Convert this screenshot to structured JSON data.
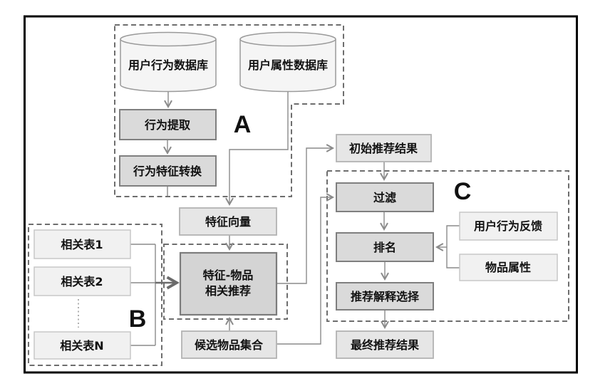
{
  "diagram": {
    "groups": {
      "a": "A",
      "b": "B",
      "c": "C"
    },
    "nodes": {
      "user_behavior_db": "用户行为数据库",
      "user_attr_db": "用户属性数据库",
      "behavior_extract": "行为提取",
      "behavior_feature_convert": "行为特征转换",
      "feature_vector": "特征向量",
      "rel_table_1": "相关表1",
      "rel_table_2": "相关表2",
      "rel_table_n": "相关表N",
      "feature_item_line1": "特征-物品",
      "feature_item_line2": "相关推荐",
      "candidate_items": "候选物品集合",
      "initial_result": "初始推荐结果",
      "filter": "过滤",
      "ranking": "排名",
      "explain_select": "推荐解释选择",
      "final_result": "最终推荐结果",
      "user_feedback": "用户行为反馈",
      "item_attrs": "物品属性"
    },
    "colors": {
      "process_box_fill": "#dadada",
      "result_box_fill": "#e6e6e6",
      "input_box_fill": "#f1f1f1",
      "flow_line": "#8a8a8a",
      "dashed_border": "#6e6e6e",
      "outer_border": "#000000"
    }
  }
}
